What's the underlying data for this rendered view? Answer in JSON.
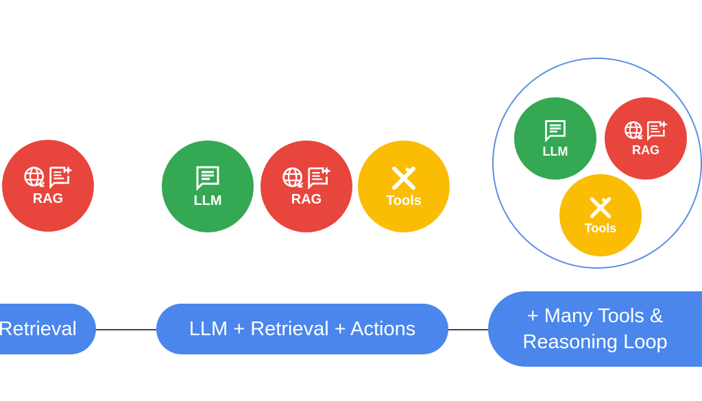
{
  "colors": {
    "llm": "#34a853",
    "rag": "#e8453c",
    "tools": "#fbbc04",
    "stage": "#4a86ec"
  },
  "stages": [
    {
      "label": "Retrieval",
      "components": [
        "RAG"
      ]
    },
    {
      "label": "LLM + Retrieval + Actions",
      "components": [
        "LLM",
        "RAG",
        "Tools"
      ]
    },
    {
      "label": "+ Many Tools & Reasoning Loop",
      "line1": "+ Many Tools &",
      "line2": "Reasoning Loop",
      "components": [
        "LLM",
        "RAG",
        "Tools"
      ]
    }
  ]
}
